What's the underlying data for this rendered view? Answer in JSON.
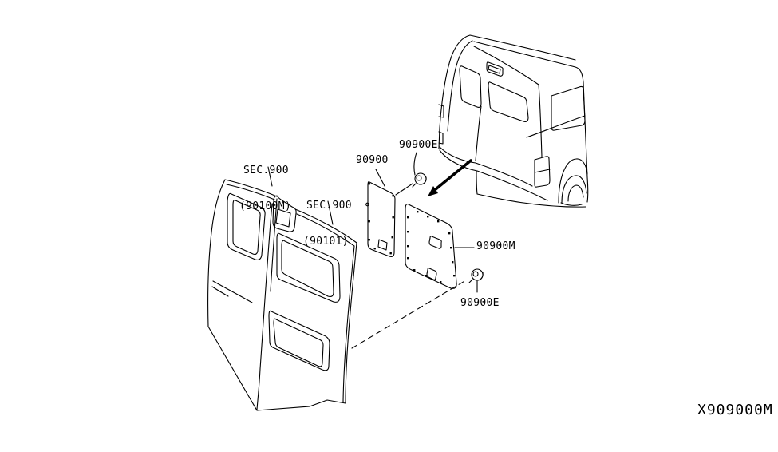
{
  "diagram": {
    "code": "X909000M",
    "background_color": "#ffffff",
    "line_color": "#000000"
  },
  "callouts": {
    "sec_900_90100m": {
      "line1": "SEC.900",
      "line2": "(90100M)"
    },
    "sec_900_90101": {
      "line1": "SEC.900",
      "line2": "(90101)"
    },
    "panel_90900": "90900",
    "clip_90900e_top": "90900E",
    "panel_90900m": "90900M",
    "clip_90900e_bottom": "90900E"
  }
}
